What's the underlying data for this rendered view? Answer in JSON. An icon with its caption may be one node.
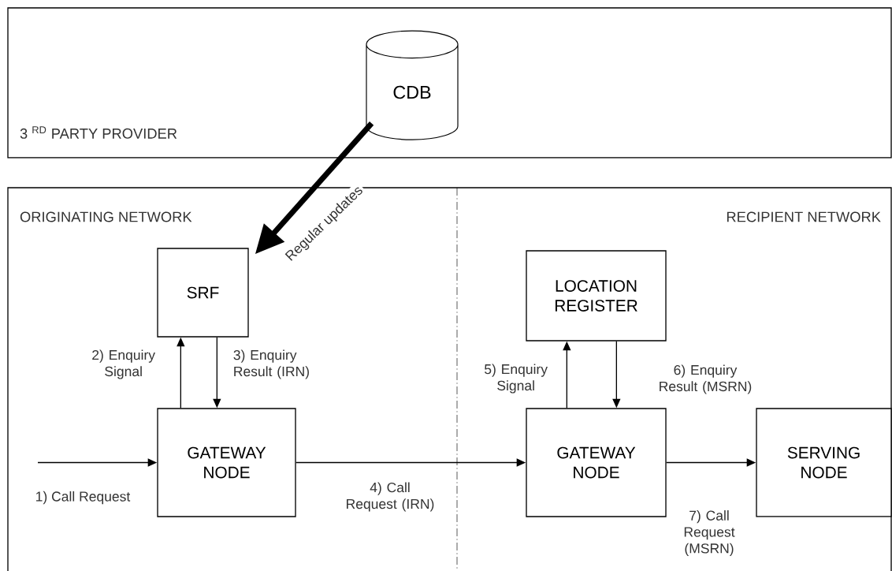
{
  "diagram": {
    "nodes": [
      {
        "text": [
          "3 $^{RD}$ PARTY PROVIDER"
        ]
      },
      {
        "text": [
          "CDB"
        ],
        "in": 0
      },
      {
        "text": [
          "ORIGINATING NETWORK",
          "RECIPIENT NETWORK"
        ]
      },
      {
        "text": [
          "SRF"
        ],
        "in": 2
      },
      {
        "text": [
          "GATEWAY NODE"
        ],
        "in": 2
      },
      {
        "text": [
          "LOCATION REGISTER"
        ],
        "in": 2
      },
      {
        "text": [
          "GATEWAY NODE"
        ],
        "in": 2
      },
      {
        "text": [
          "SERVING NODE"
        ],
        "in": 2
      }
    ],
    "edges": [
      {
        "from": 1,
        "to": 3,
        "arrow": "to",
        "label": "Regular updates",
        "style": "thick"
      },
      {
        "from": null,
        "to": 4,
        "arrow": "to",
        "label": "1) Call Request"
      },
      {
        "from": 4,
        "to": 3,
        "arrow": "to",
        "label": "2) Enquiry Signal"
      },
      {
        "from": 3,
        "to": 4,
        "arrow": "to",
        "label": "3) Enquiry Result (IRN)"
      },
      {
        "from": 4,
        "to": 6,
        "arrow": "to",
        "label": "4) Call Request (IRN)"
      },
      {
        "from": 6,
        "to": 5,
        "arrow": "to",
        "label": "5) Enquiry Signal"
      },
      {
        "from": 5,
        "to": 6,
        "arrow": "to",
        "label": "6) Enquiry Result (MSRN)"
      },
      {
        "from": 6,
        "to": 7,
        "arrow": "to",
        "label": "7) Call Request (MSRN)"
      }
    ]
  }
}
